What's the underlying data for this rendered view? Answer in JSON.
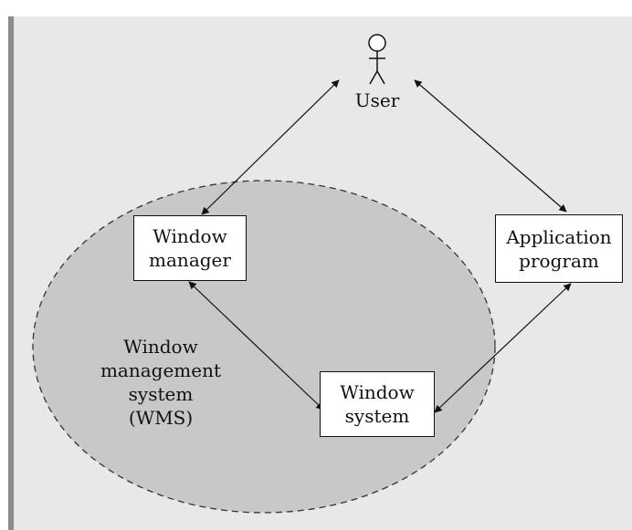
{
  "diagram": {
    "actor": {
      "label": "User"
    },
    "window_manager": {
      "line1": "Window",
      "line2": "manager"
    },
    "application_program": {
      "line1": "Application",
      "line2": "program"
    },
    "window_system": {
      "line1": "Window",
      "line2": "system"
    },
    "wms": {
      "line1": "Window",
      "line2": "management",
      "line3": "system",
      "line4": "(WMS)"
    }
  },
  "colors": {
    "panel_background": "#e8e8e8",
    "ellipse_fill": "#c8c8c8",
    "stroke": "#111111"
  }
}
